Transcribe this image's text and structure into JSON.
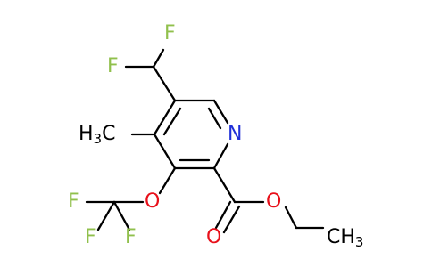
{
  "molecule": {
    "colors": {
      "fluorine": "#90c04c",
      "oxygen": "#e8101a",
      "nitrogen": "#2030d8",
      "carbon": "#000000"
    },
    "atom_labels": {
      "f_top": "F",
      "f_left": "F",
      "n_ring": "N",
      "methyl_h": "H",
      "methyl_sub": "3",
      "methyl_c": "C",
      "o_ether": "O",
      "f_cf3_1": "F",
      "f_cf3_2": "F",
      "f_cf3_3": "F",
      "o_ester": "O",
      "o_carbonyl": "O",
      "ethyl_ch3_c": "CH",
      "ethyl_ch3_sub": "3"
    }
  }
}
